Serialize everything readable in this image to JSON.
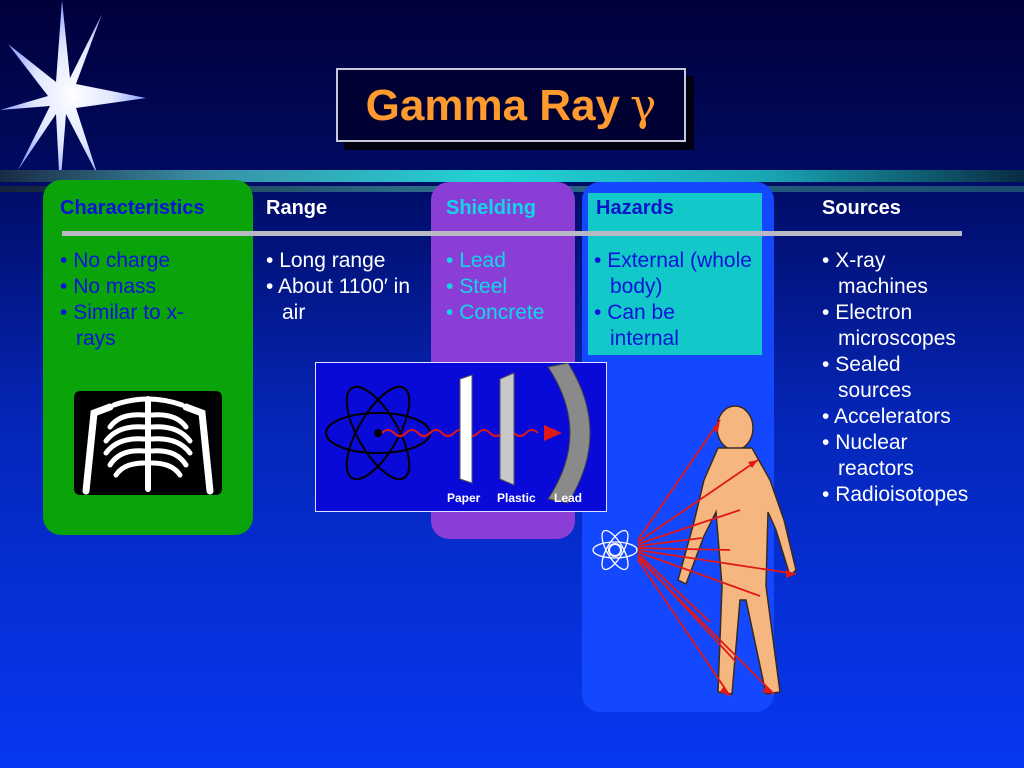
{
  "title": {
    "text": "Gamma Ray",
    "symbol": "γ"
  },
  "columns": {
    "characteristics": {
      "header": "Characteristics",
      "items": [
        "No charge",
        "No mass",
        "Similar to x-rays"
      ]
    },
    "range": {
      "header": "Range",
      "items": [
        "Long range",
        "About 1100′ in air"
      ]
    },
    "shielding": {
      "header": "Shielding",
      "items": [
        "Lead",
        "Steel",
        "Concrete"
      ],
      "diagram_labels": [
        "Paper",
        "Plastic",
        "Lead"
      ]
    },
    "hazards": {
      "header": "Hazards",
      "items": [
        "External (whole body)",
        "Can be internal"
      ]
    },
    "sources": {
      "header": "Sources",
      "items": [
        "X-ray machines",
        "Electron microscopes",
        "Sealed sources",
        "Accelerators",
        "Nuclear reactors",
        "Radioisotopes"
      ]
    }
  },
  "colors": {
    "title": "#ff9a2e",
    "characteristics_panel": "#0aa40a",
    "shielding_panel": "#8a3ed6",
    "hazards_panel": "#1448ff",
    "hazards_box": "#12c8c8",
    "arrows": "#e01818"
  },
  "icons": [
    "starburst-icon",
    "xray-skeleton-icon",
    "atom-icon",
    "human-figure-icon"
  ]
}
